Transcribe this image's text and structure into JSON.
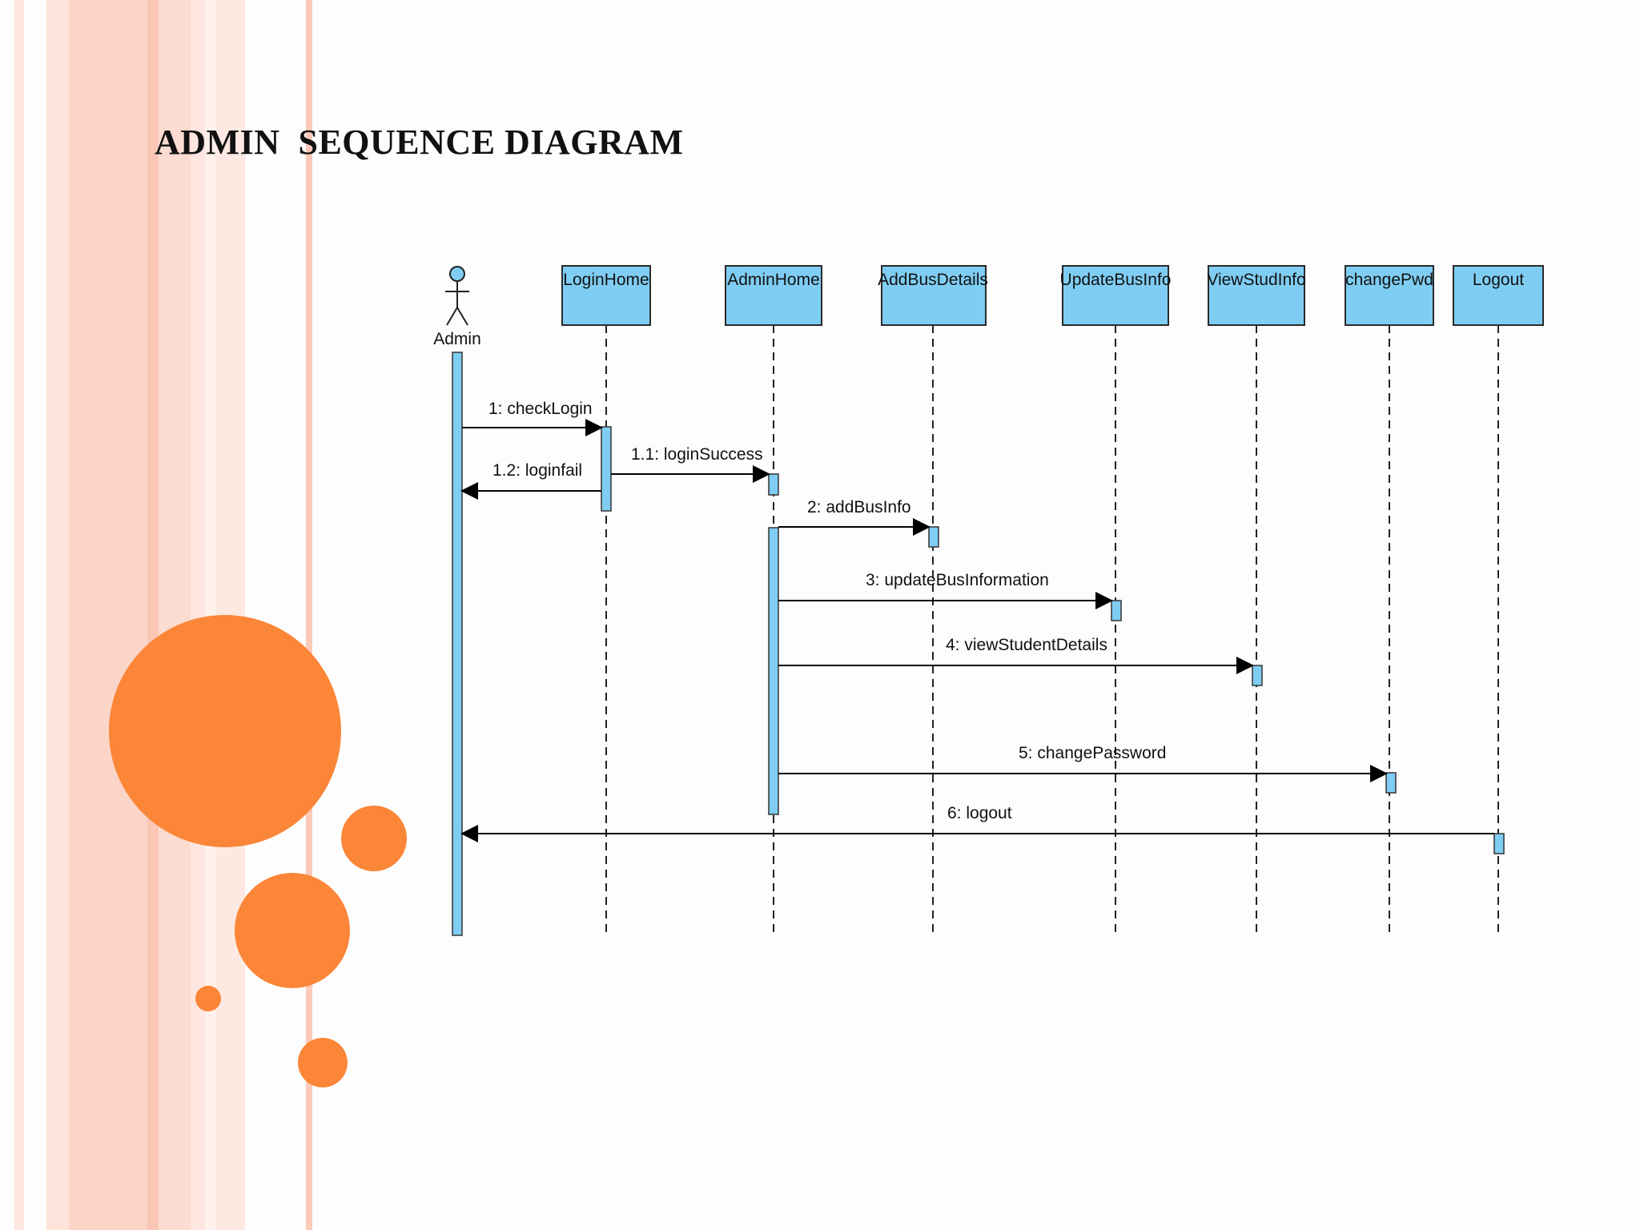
{
  "slide": {
    "title": "ADMIN  SEQUENCE DIAGRAM"
  },
  "colors": {
    "box_fill": "#7fcdf3",
    "box_stroke": "#2a2a2a",
    "accent_orange": "#fb8638",
    "stripe_pink": "#fcd9cf"
  },
  "diagram": {
    "actor": {
      "name": "Admin"
    },
    "lifelines": [
      {
        "id": "login",
        "label": "LoginHome"
      },
      {
        "id": "admin",
        "label": "AdminHome"
      },
      {
        "id": "addbus",
        "label": "AddBusDetails"
      },
      {
        "id": "update",
        "label": "UpdateBusInfo"
      },
      {
        "id": "view",
        "label": "ViewStudInfo"
      },
      {
        "id": "pwd",
        "label": "changePwd"
      },
      {
        "id": "logout",
        "label": "Logout"
      }
    ],
    "messages": [
      {
        "label": "1: checkLogin"
      },
      {
        "label": "1.1: loginSuccess"
      },
      {
        "label": "1.2: loginfail"
      },
      {
        "label": "2: addBusInfo"
      },
      {
        "label": "3: updateBusInformation"
      },
      {
        "label": "4: viewStudentDetails"
      },
      {
        "label": "5: changePassword"
      },
      {
        "label": "6: logout"
      }
    ]
  }
}
